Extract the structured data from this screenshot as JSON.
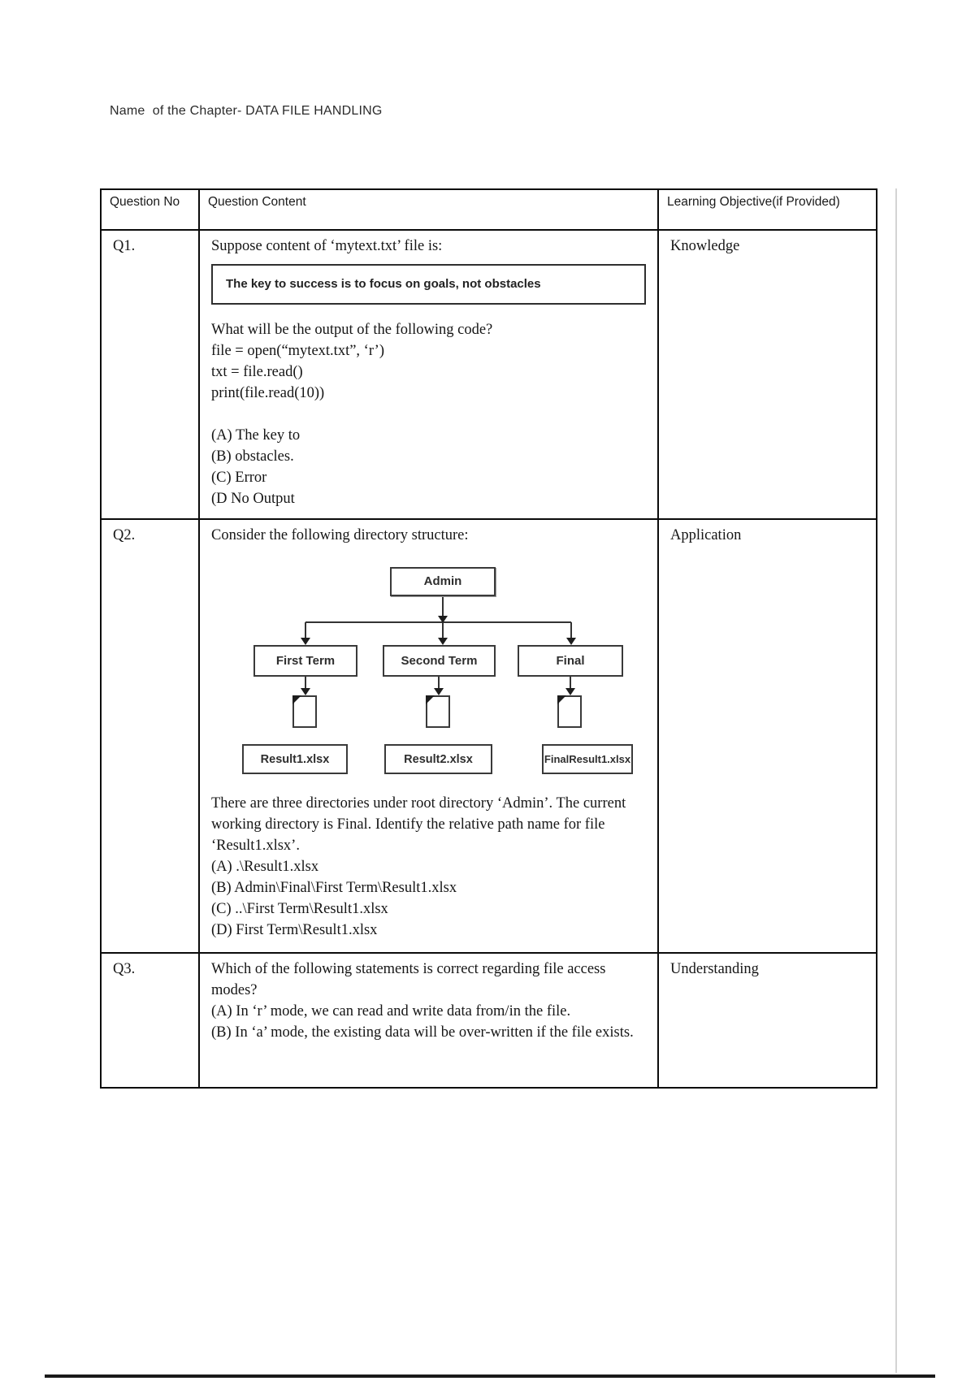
{
  "page": {
    "title": "Name  of the Chapter- DATA FILE HANDLING",
    "colors": {
      "table_border": "#000000",
      "bottom_bar": "#191919",
      "paper": "#ffffff"
    }
  },
  "table": {
    "headers": {
      "question_no": "Question No",
      "question_content": "Question Content",
      "learning_objective": "Learning Objective(if Provided)"
    }
  },
  "questions": [
    {
      "no": "Q1.",
      "objective": "Knowledge",
      "intro": "Suppose content of ‘mytext.txt’ file is:",
      "boxed_text": "The key to success is to focus on goals, not obstacles",
      "prompt": "What will be the output of the following code?",
      "code_lines": [
        "file = open(“mytext.txt”, ‘r’)",
        "txt = file.read()",
        "print(file.read(10))"
      ],
      "options": [
        "(A) The key to",
        "(B) obstacles.",
        "(C) Error",
        "(D No Output"
      ]
    },
    {
      "no": "Q2.",
      "objective": "Application",
      "intro": "Consider the following directory structure:",
      "diagram": {
        "root": "Admin",
        "folders": [
          "First Term",
          "Second Term",
          "Final"
        ],
        "file_icon": "document-page",
        "files": [
          "Result1.xlsx",
          "Result2.xlsx",
          "FinalResult1.xlsx"
        ]
      },
      "paragraph": "There are three directories under root directory ‘Admin’. The current working directory is Final. Identify the relative path name for file ‘Result1.xlsx’.",
      "options": [
        "(A) .\\Result1.xlsx",
        "(B) Admin\\Final\\First Term\\Result1.xlsx",
        "(C) ..\\First Term\\Result1.xlsx",
        "(D) First Term\\Result1.xlsx"
      ]
    },
    {
      "no": "Q3.",
      "objective": "Understanding",
      "intro": "Which of the following statements is correct regarding file access modes?",
      "options": [
        "(A) In ‘r’ mode, we can read and write data from/in the file.",
        "(B) In ‘a’ mode, the existing data will be over-written if the file exists."
      ]
    }
  ]
}
